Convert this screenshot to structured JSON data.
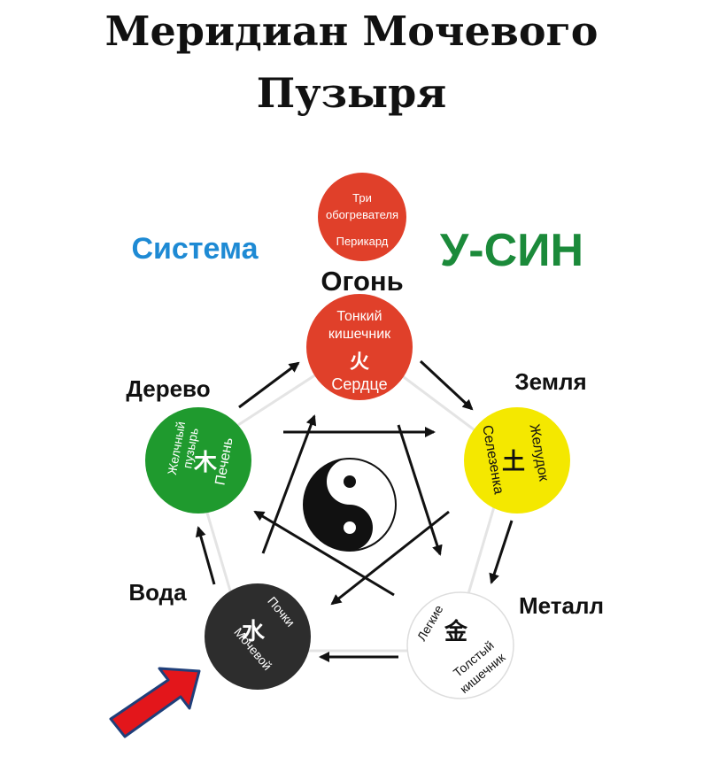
{
  "title": {
    "line1": "Меридиан Мочевого",
    "line2": "Пузыря"
  },
  "labels": {
    "system": "Система",
    "usin": "У-СИН",
    "fire": "Огонь",
    "wood": "Дерево",
    "earth": "Земля",
    "water": "Вода",
    "metal": "Металл"
  },
  "circles": {
    "pericardium": {
      "line1": "Три",
      "line2": "обогревателя",
      "line3": "Перикард"
    },
    "fire": {
      "line1": "Тонкий",
      "line2": "кишечник",
      "symbol": "火",
      "line3": "Сердце"
    },
    "wood": {
      "line1": "Желчный",
      "line2": "пузырь",
      "symbol": "木",
      "line3": "Печень"
    },
    "earth": {
      "line1": "Желудок",
      "line2": "Селезенка",
      "symbol": "土"
    },
    "water": {
      "line1": "Почки",
      "line2": "Мочевой",
      "symbol": "水"
    },
    "metal": {
      "line1": "Легкие",
      "line2": "Толстый",
      "line3": "кишечник",
      "symbol": "金"
    }
  },
  "colors": {
    "fire": "#e0402a",
    "wood": "#1f9a2e",
    "earth": "#f4e800",
    "water": "#2d2d2d",
    "metal": "#ffffff",
    "system": "#1e8ad4",
    "usin": "#1b8a3a",
    "pointer_arrow": "#e3161b"
  }
}
